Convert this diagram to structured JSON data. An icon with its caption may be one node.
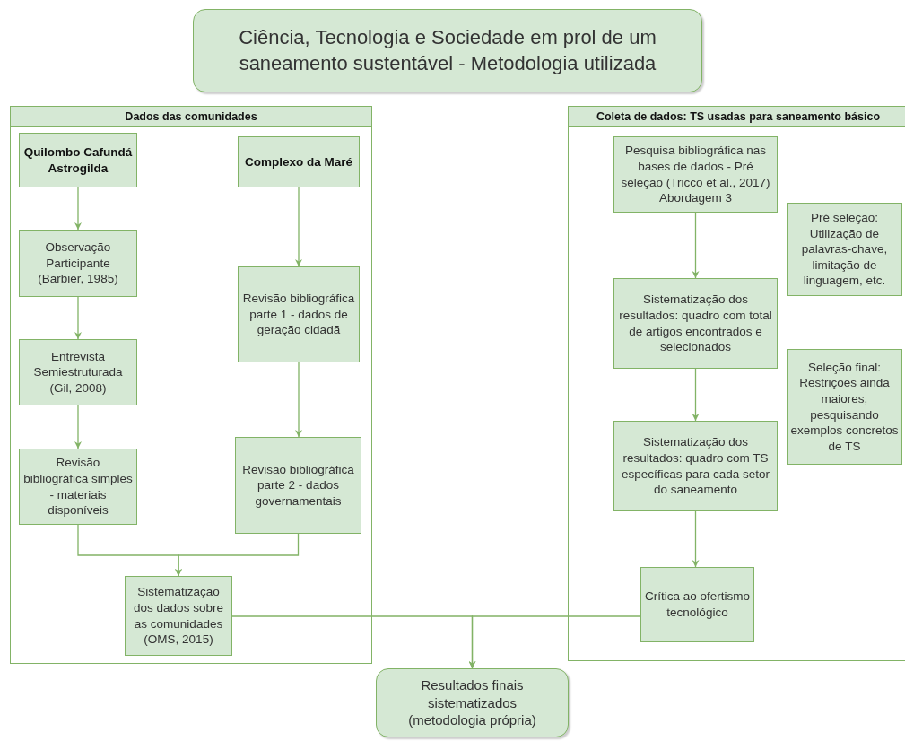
{
  "diagram": {
    "nodes": [
      {
        "text": [
          "Ciência, Tecnologia e Sociedade em prol de um saneamento sustentável - Metodologia utilizada"
        ]
      },
      {
        "text": [
          "Dados das comunidades"
        ]
      },
      {
        "text": [
          "Quilombo Cafundá Astrogilda"
        ],
        "in": 1
      },
      {
        "text": [
          "Complexo da Maré"
        ],
        "in": 1
      },
      {
        "text": [
          "Observação Participante (Barbier, 1985)"
        ],
        "in": 1
      },
      {
        "text": [
          "Entrevista Semiestruturada (Gil, 2008)"
        ],
        "in": 1
      },
      {
        "text": [
          "Revisão bibliográfica simples - materiais disponíveis"
        ],
        "in": 1
      },
      {
        "text": [
          "Revisão bibliográfica parte 1 - dados de geração cidadã"
        ],
        "in": 1
      },
      {
        "text": [
          "Revisão bibliográfica parte 2 - dados governamentais"
        ],
        "in": 1
      },
      {
        "text": [
          "Sistematização dos dados sobre as comunidades (OMS, 2015)"
        ],
        "in": 1
      },
      {
        "text": [
          "Coleta de dados: TS usadas para saneamento básico"
        ]
      },
      {
        "text": [
          "Pesquisa bibliográfica nas bases de dados - Pré seleção (Tricco et al., 2017) Abordagem 3"
        ],
        "in": 10
      },
      {
        "text": [
          "Pré seleção: Utilização de palavras-chave, limitação de linguagem, etc."
        ],
        "in": 10
      },
      {
        "text": [
          "Sistematização dos resultados: quadro com total de artigos encontrados e selecionados"
        ],
        "in": 10
      },
      {
        "text": [
          "Seleção final: Restrições ainda maiores, pesquisando exemplos concretos de TS"
        ],
        "in": 10
      },
      {
        "text": [
          "Sistematização dos resultados: quadro com TS específicas para cada setor do saneamento"
        ],
        "in": 10
      },
      {
        "text": [
          "Crítica ao ofertismo tecnológico"
        ],
        "in": 10
      },
      {
        "text": [
          "Resultados finais sistematizados (metodologia própria)"
        ]
      }
    ],
    "edges": [
      {
        "from": 2,
        "to": 4,
        "arrow": "to"
      },
      {
        "from": 4,
        "to": 5,
        "arrow": "to"
      },
      {
        "from": 5,
        "to": 6,
        "arrow": "to"
      },
      {
        "from": 3,
        "to": 7,
        "arrow": "to"
      },
      {
        "from": 7,
        "to": 8,
        "arrow": "to"
      },
      {
        "from": 6,
        "to": 9,
        "arrow": "to"
      },
      {
        "from": 8,
        "to": 9,
        "arrow": "to"
      },
      {
        "from": 11,
        "to": 13,
        "arrow": "to"
      },
      {
        "from": 13,
        "to": 15,
        "arrow": "to"
      },
      {
        "from": 15,
        "to": 16,
        "arrow": "to"
      },
      {
        "from": 9,
        "to": 17,
        "arrow": "to"
      },
      {
        "from": 16,
        "to": 17,
        "arrow": "to"
      }
    ]
  }
}
